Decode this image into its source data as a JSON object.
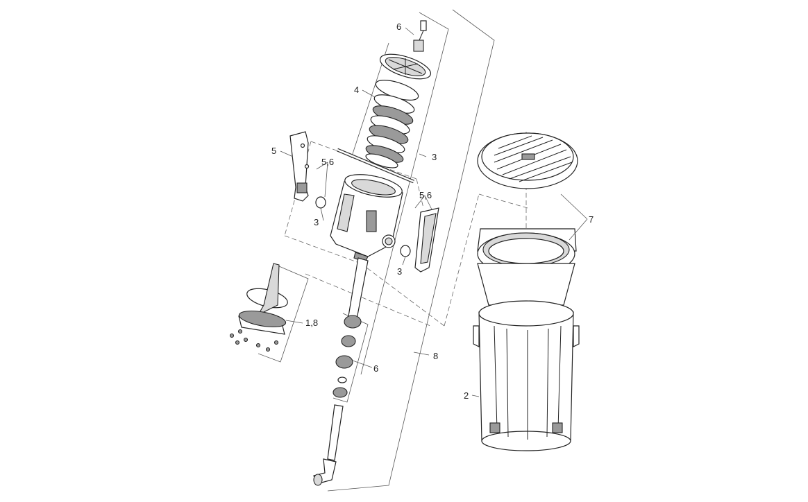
{
  "labels": [
    {
      "key": "part-6-top",
      "text": "6"
    },
    {
      "key": "part-4",
      "text": "4"
    },
    {
      "key": "part-5",
      "text": "5"
    },
    {
      "key": "part-56-left",
      "text": "5,6"
    },
    {
      "key": "part-3-upper",
      "text": "3"
    },
    {
      "key": "part-3-left",
      "text": "3"
    },
    {
      "key": "part-56-right",
      "text": "5,6"
    },
    {
      "key": "part-3-right",
      "text": "3"
    },
    {
      "key": "part-7",
      "text": "7"
    },
    {
      "key": "part-18",
      "text": "1,8"
    },
    {
      "key": "part-6-bottom",
      "text": "6"
    },
    {
      "key": "part-8",
      "text": "8"
    },
    {
      "key": "part-2",
      "text": "2"
    }
  ],
  "colors": {
    "line": "#222222",
    "fill_light": "#d9d9d9",
    "fill_dark": "#9a9a9a",
    "background": "#ffffff"
  }
}
